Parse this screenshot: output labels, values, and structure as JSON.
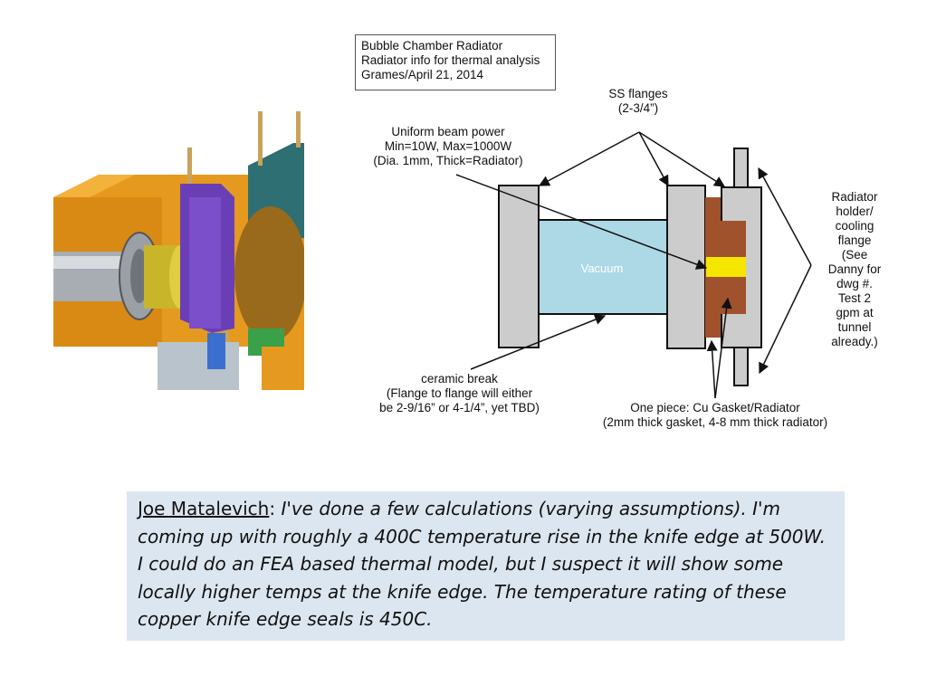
{
  "title_block": {
    "line1": "Bubble Chamber Radiator",
    "line2": "Radiator info for thermal analysis",
    "line3": "Grames/April 21, 2014"
  },
  "labels": {
    "ss_flanges": [
      "SS flanges",
      "(2-3/4”)"
    ],
    "beam_power": [
      "Uniform beam power",
      "Min=10W, Max=1000W",
      "(Dia. 1mm, Thick=Radiator)"
    ],
    "vacuum": "Vacuum",
    "radiator_holder": [
      "Radiator",
      "holder/",
      "cooling",
      "flange",
      "(See",
      "Danny for",
      "dwg #.",
      "Test 2",
      "gpm at",
      "tunnel",
      "already.)"
    ],
    "ceramic_break": [
      "ceramic break",
      "(Flange to flange will either",
      "be 2-9/16” or 4-1/4”, yet TBD)"
    ],
    "one_piece": [
      "One piece: Cu Gasket/Radiator",
      "(2mm thick gasket, 4-8 mm thick radiator)"
    ]
  },
  "comment": {
    "author": "Joe Matalevich",
    "separator": ": ",
    "text": "I've done a few calculations (varying assumptions). I'm coming up with roughly a 400C temperature rise in the knife edge at 500W. I could do an FEA based thermal model, but I suspect it will show some locally higher temps at the knife edge. The temperature rating of these copper knife edge seals is 450C."
  },
  "colors": {
    "flange_gray": "#cccccc",
    "vacuum_blue": "#add8e6",
    "copper": "#a0522d",
    "radiator_yellow": "#f5e600",
    "comment_bg": "#dce6f0"
  }
}
